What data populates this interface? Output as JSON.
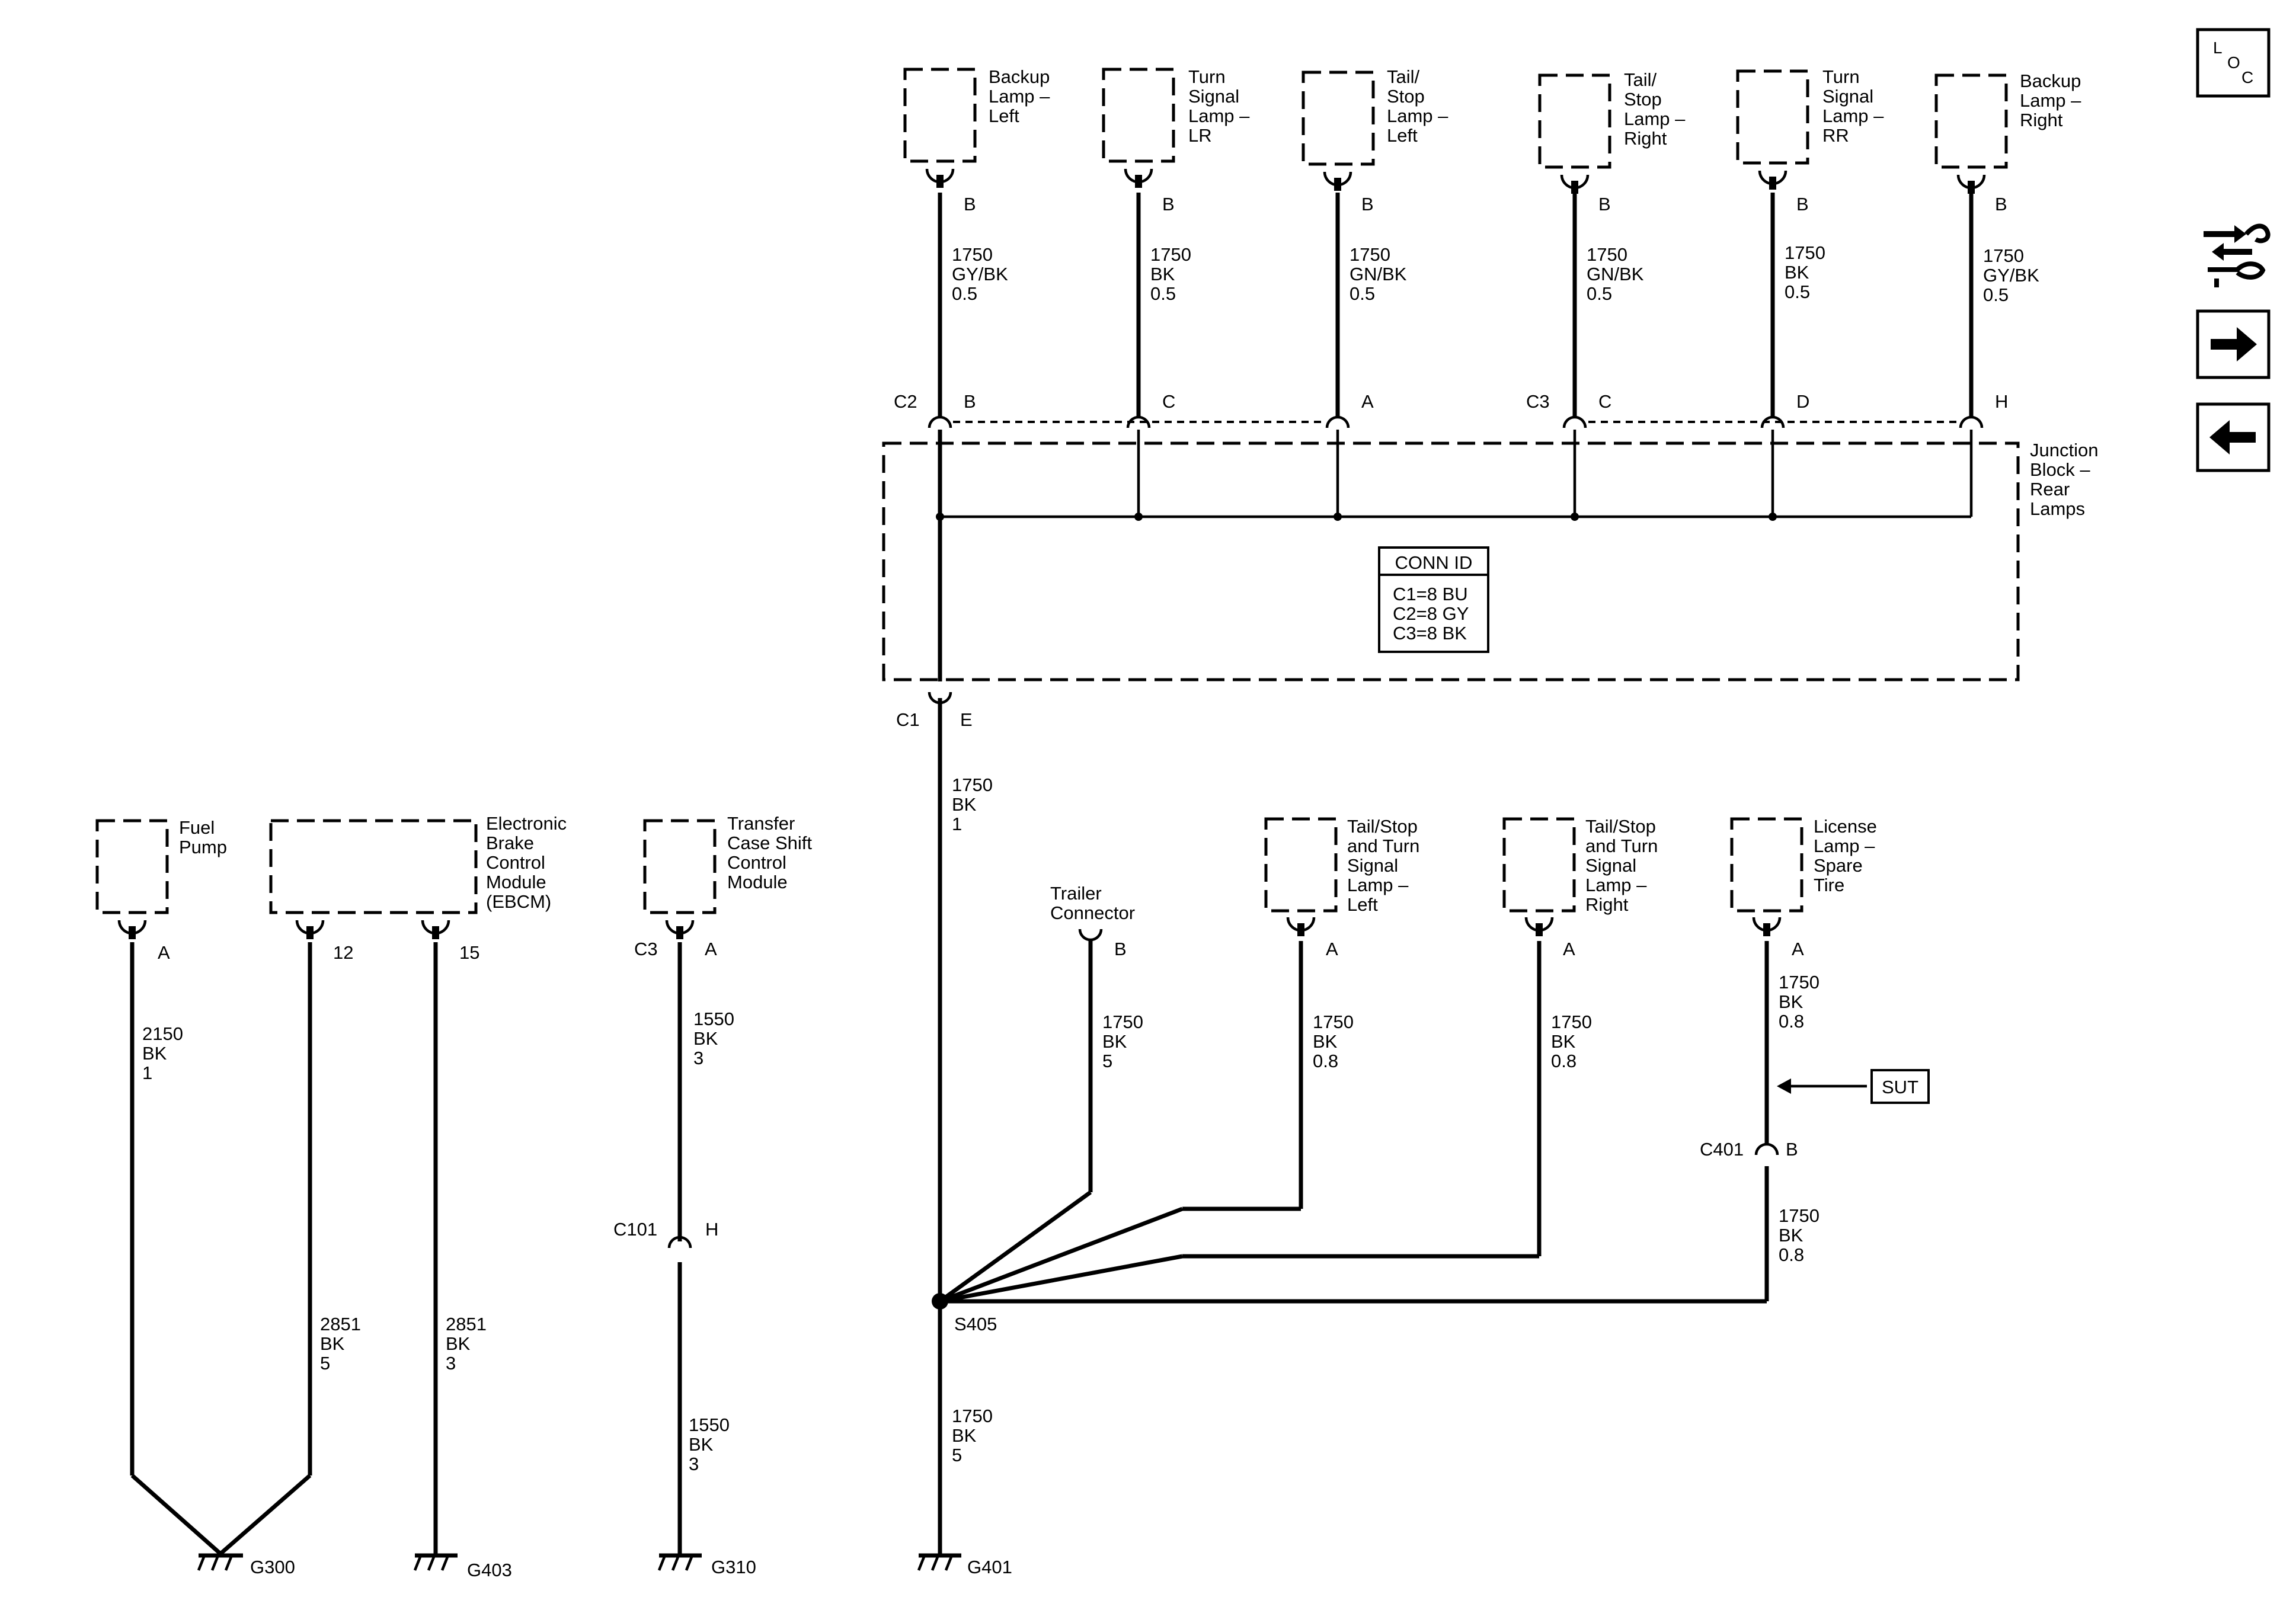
{
  "components": {
    "backup_left": [
      "Backup",
      "Lamp –",
      "Left"
    ],
    "turn_lr": [
      "Turn",
      "Signal",
      "Lamp –",
      "LR"
    ],
    "tail_left": [
      "Tail/",
      "Stop",
      "Lamp –",
      "Left"
    ],
    "tail_right": [
      "Tail/",
      "Stop",
      "Lamp –",
      "Right"
    ],
    "turn_rr": [
      "Turn",
      "Signal",
      "Lamp –",
      "RR"
    ],
    "backup_right": [
      "Backup",
      "Lamp –",
      "Right"
    ],
    "junction": [
      "Junction",
      "Block –",
      "Rear",
      "Lamps"
    ],
    "fuel_pump": [
      "Fuel",
      "Pump"
    ],
    "ebcm": [
      "Electronic",
      "Brake",
      "Control",
      "Module",
      "(EBCM)"
    ],
    "transfer": [
      "Transfer",
      "Case Shift",
      "Control",
      "Module"
    ],
    "trailer": [
      "Trailer",
      "Connector"
    ],
    "tailturn_left": [
      "Tail/Stop",
      "and Turn",
      "Signal",
      "Lamp –",
      "Left"
    ],
    "tailturn_right": [
      "Tail/Stop",
      "and Turn",
      "Signal",
      "Lamp –",
      "Right"
    ],
    "license": [
      "License",
      "Lamp –",
      "Spare",
      "Tire"
    ]
  },
  "conn_id": {
    "title": "CONN ID",
    "lines": [
      "C1=8 BU",
      "C2=8 GY",
      "C3=8 BK"
    ]
  },
  "wires": {
    "w_backup_left": [
      "1750",
      "GY/BK",
      "0.5"
    ],
    "w_turn_lr": [
      "1750",
      "BK",
      "0.5"
    ],
    "w_tail_left": [
      "1750",
      "GN/BK",
      "0.5"
    ],
    "w_tail_right": [
      "1750",
      "GN/BK",
      "0.5"
    ],
    "w_turn_rr": [
      "1750",
      "BK",
      "0.5"
    ],
    "w_backup_right": [
      "1750",
      "GY/BK",
      "0.5"
    ],
    "w_c1": [
      "1750",
      "BK",
      "1"
    ],
    "w_g401": [
      "1750",
      "BK",
      "5"
    ],
    "w_fuel": [
      "2150",
      "BK",
      "1"
    ],
    "w_ebcm12": [
      "2851",
      "BK",
      "5"
    ],
    "w_ebcm15": [
      "2851",
      "BK",
      "3"
    ],
    "w_tc_top": [
      "1550",
      "BK",
      "3"
    ],
    "w_tc_bot": [
      "1550",
      "BK",
      "3"
    ],
    "w_trailer": [
      "1750",
      "BK",
      "5"
    ],
    "w_ttl": [
      "1750",
      "BK",
      "0.8"
    ],
    "w_ttr": [
      "1750",
      "BK",
      "0.8"
    ],
    "w_lic_top": [
      "1750",
      "BK",
      "0.8"
    ],
    "w_lic_bot": [
      "1750",
      "BK",
      "0.8"
    ]
  },
  "pins": {
    "backup_left": "B",
    "turn_lr": "B",
    "tail_left": "B",
    "tail_right": "B",
    "turn_rr": "B",
    "backup_right": "B",
    "c2_label": "C2",
    "c2_b": "B",
    "c2_c": "C",
    "c2_a": "A",
    "c3_label": "C3",
    "c3_c": "C",
    "c3_d": "D",
    "c3_h": "H",
    "c1_label": "C1",
    "c1_e": "E",
    "fuel": "A",
    "ebcm12": "12",
    "ebcm15": "15",
    "tc_c3": "C3",
    "tc_a": "A",
    "c101": "C101",
    "c101_h": "H",
    "trailer": "B",
    "ttl": "A",
    "ttr": "A",
    "lic": "A",
    "c401": "C401",
    "c401_b": "B"
  },
  "splice": "S405",
  "grounds": {
    "g300": "G300",
    "g403": "G403",
    "g310": "G310",
    "g401": "G401"
  },
  "sut": "SUT",
  "side_panel": {
    "loc": [
      "L",
      "O",
      "C"
    ]
  }
}
